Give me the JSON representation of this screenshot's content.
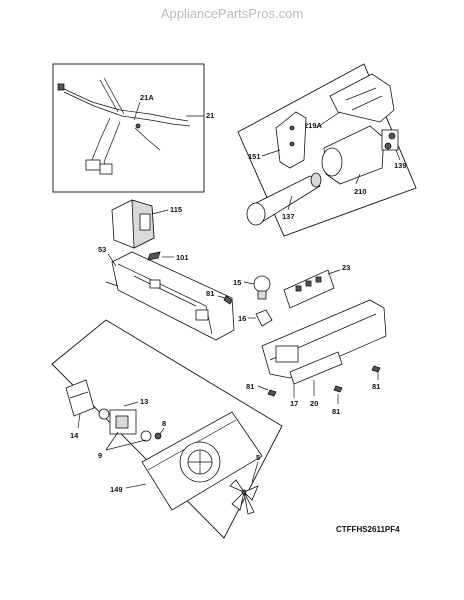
{
  "header": {
    "watermark": "AppliancePartsPros.com"
  },
  "diagram_code": "CTFFHS2611PF4",
  "callouts": {
    "c21": "21",
    "c21a": "21A",
    "c219a": "219A",
    "c151": "151",
    "c139": "139",
    "c210": "210",
    "c137": "137",
    "c115": "115",
    "c53": "53",
    "c101": "101",
    "c15": "15",
    "c23": "23",
    "c81a": "81",
    "c16": "16",
    "c81b": "81",
    "c17": "17",
    "c20": "20",
    "c81c": "81",
    "c81d": "81",
    "c13": "13",
    "c14": "14",
    "c8": "8",
    "c9": "9",
    "c5": "5",
    "c149": "149"
  }
}
